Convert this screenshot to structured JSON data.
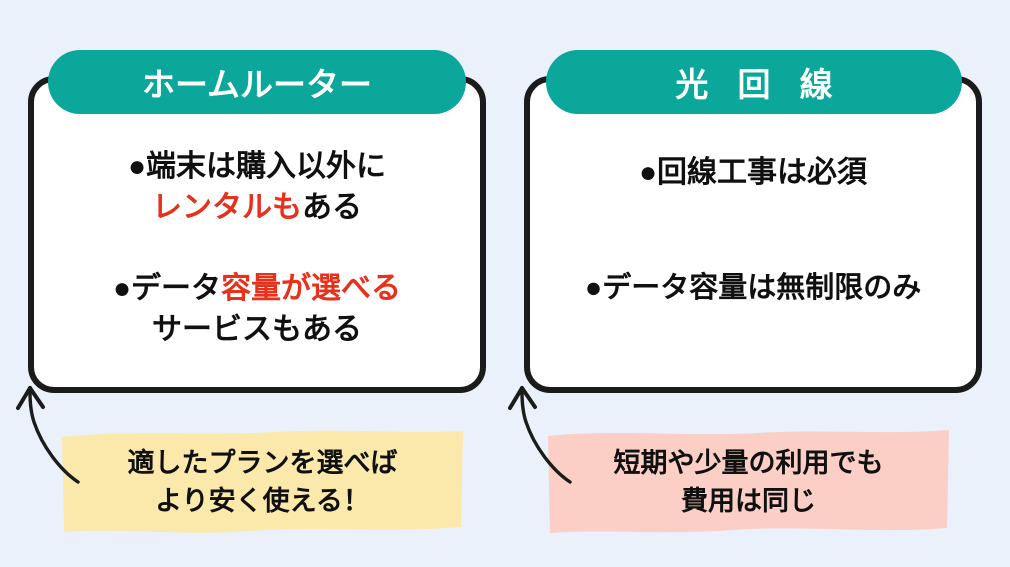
{
  "theme": {
    "background": "#eaf1fb",
    "card_border": "#1b1b1b",
    "card_fill": "#ffffff",
    "pill_fill": "#0aa79a",
    "pill_text": "#ffffff",
    "body_text": "#101010",
    "accent_text": "#e8301b",
    "highlight_yellow": "#fbe9ac",
    "highlight_pink": "#fbcfc6",
    "arrow_color": "#1b1b1b"
  },
  "cards": [
    {
      "id": "home-router",
      "title": "ホームルーター",
      "bullets": [
        {
          "lines": [
            [
              {
                "text": "●端末は購入以外に",
                "accent": false
              }
            ],
            [
              {
                "text": "レンタルも",
                "accent": true
              },
              {
                "text": "ある",
                "accent": false
              }
            ]
          ]
        },
        {
          "lines": [
            [
              {
                "text": "●データ",
                "accent": false
              },
              {
                "text": "容量が選べる",
                "accent": true
              }
            ],
            [
              {
                "text": "サービスもある",
                "accent": false
              }
            ]
          ]
        }
      ],
      "callout": {
        "color": "#fbe9ac",
        "lines": [
          "適したプランを選べば",
          "より安く使える！"
        ]
      }
    },
    {
      "id": "fiber-line",
      "title": "光 回 線",
      "bullets": [
        {
          "lines": [
            [
              {
                "text": "●回線工事は必須",
                "accent": false
              }
            ]
          ]
        },
        {
          "lines": [
            [
              {
                "text": "●データ容量は無制限のみ",
                "accent": false
              }
            ]
          ]
        }
      ],
      "callout": {
        "color": "#fbcfc6",
        "lines": [
          "短期や少量の利用でも",
          "費用は同じ"
        ]
      }
    }
  ],
  "arrows": [
    {
      "name": "callout-arrow-left",
      "points_to": "home-router-card"
    },
    {
      "name": "callout-arrow-right",
      "points_to": "fiber-line-card"
    }
  ]
}
